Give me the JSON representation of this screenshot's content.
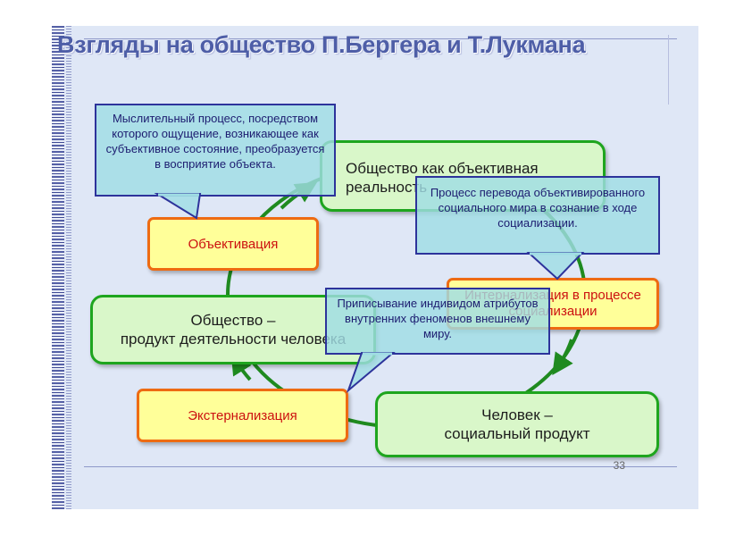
{
  "title": "Взгляды на общество П.Бергера и Т.Лукмана",
  "nodes": {
    "objective_reality": "Общество как объективная реальность",
    "objectivation": "Объективация",
    "society_product": "Общество –\nпродукт деятельности человека",
    "internalization": "Интернализация в процессе социализации",
    "externalization": "Экстернализация",
    "human_product": "Человек –\nсоциальный продукт"
  },
  "callouts": {
    "objectivation_note": "Мыслительный процесс, посредством которого ощущение, возникающее как субъективное состояние, преобразуется в восприятие объекта.",
    "internalization_note": "Процесс перевода объективированного социального мира в сознание в ходе социализации.",
    "externalization_note": "Приписывание индивидом атрибутов внутренних феноменов внешнему миру."
  },
  "page_number": "33",
  "colors": {
    "slide_bg": "#dfe7f6",
    "title": "#4e5ea7",
    "green_border": "#1ea51e",
    "green_fill": "#d9f7c9",
    "orange_border": "#ee6b12",
    "yellow_fill": "#ffff99",
    "red_text": "#cc1010",
    "callout_fill": "#a0dde4",
    "callout_border": "#2d339b"
  }
}
